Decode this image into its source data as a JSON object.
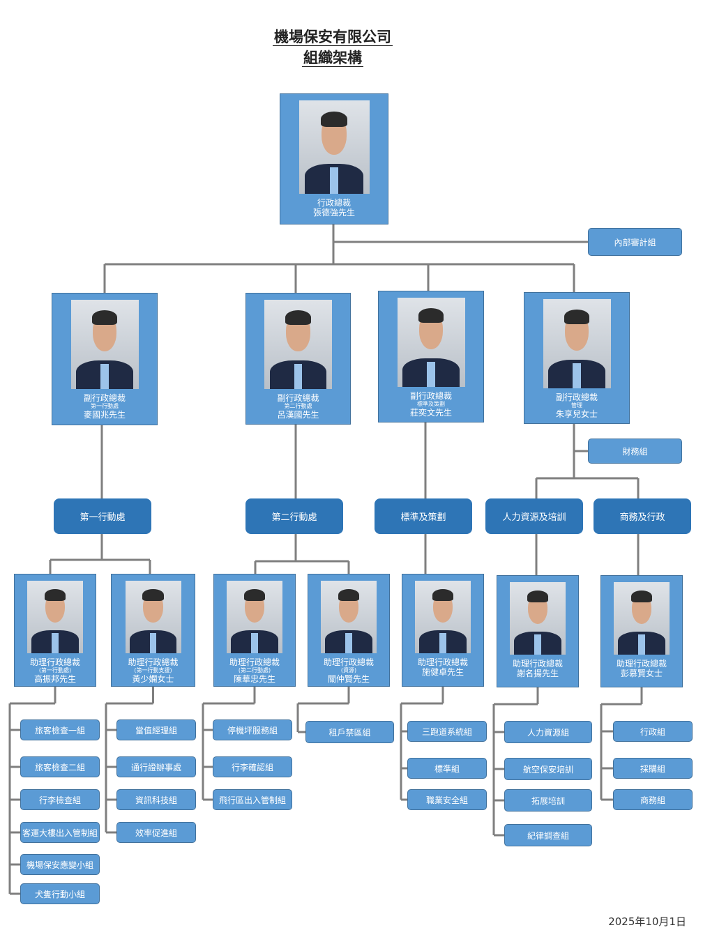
{
  "title": {
    "line1": "機場保安有限公司",
    "line2": "組織架構"
  },
  "ceo": {
    "role": "行政總裁",
    "name": "張德強先生"
  },
  "side_units": {
    "audit": "內部審計組",
    "finance": "財務組"
  },
  "dceos": [
    {
      "role": "副行政總裁",
      "sub": "第一行動處",
      "name": "麥國兆先生"
    },
    {
      "role": "副行政總裁",
      "sub": "第二行動處",
      "name": "呂漢國先生"
    },
    {
      "role": "副行政總裁",
      "sub": "標準及策劃",
      "name": "莊奕文先生"
    },
    {
      "role": "副行政總裁",
      "sub": "管理",
      "name": "朱享兒女士"
    }
  ],
  "departments": [
    "第一行動處",
    "第二行動處",
    "標準及策劃",
    "人力資源及培訓",
    "商務及行政"
  ],
  "assistants": [
    {
      "role": "助理行政總裁",
      "sub": "(第一行動處)",
      "name": "高振邦先生"
    },
    {
      "role": "助理行政總裁",
      "sub": "(第一行動支援)",
      "name": "黃少嫻女士"
    },
    {
      "role": "助理行政總裁",
      "sub": "(第二行動處)",
      "name": "陳華忠先生"
    },
    {
      "role": "助理行政總裁",
      "sub": "(資源)",
      "name": "關仲賢先生"
    },
    {
      "role": "助理行政總裁",
      "sub": "",
      "name": "施健卓先生"
    },
    {
      "role": "助理行政總裁",
      "sub": "",
      "name": "謝名揚先生"
    },
    {
      "role": "助理行政總裁",
      "sub": "",
      "name": "彭慕賢女士"
    }
  ],
  "units": [
    [
      "旅客檢查一組",
      "旅客檢查二組",
      "行李檢查組",
      "客運大樓出入管制組",
      "機場保安應變小組",
      "犬隻行動小組"
    ],
    [
      "當值經理組",
      "通行證辦事處",
      "資訊科技組",
      "效率促進組"
    ],
    [
      "停機坪服務組",
      "行李確認組",
      "飛行區出入管制組"
    ],
    [
      "租戶禁區組"
    ],
    [
      "三跑道系統組",
      "標準組",
      "職業安全組"
    ],
    [
      "人力資源組",
      "航空保安培訓",
      "拓展培訓",
      "紀律調查組"
    ],
    [
      "行政組",
      "採購組",
      "商務組"
    ]
  ],
  "date": "2025年10月1日",
  "colors": {
    "box": "#5b9bd5",
    "dept": "#2e75b6",
    "line": "#7f7f7f"
  }
}
